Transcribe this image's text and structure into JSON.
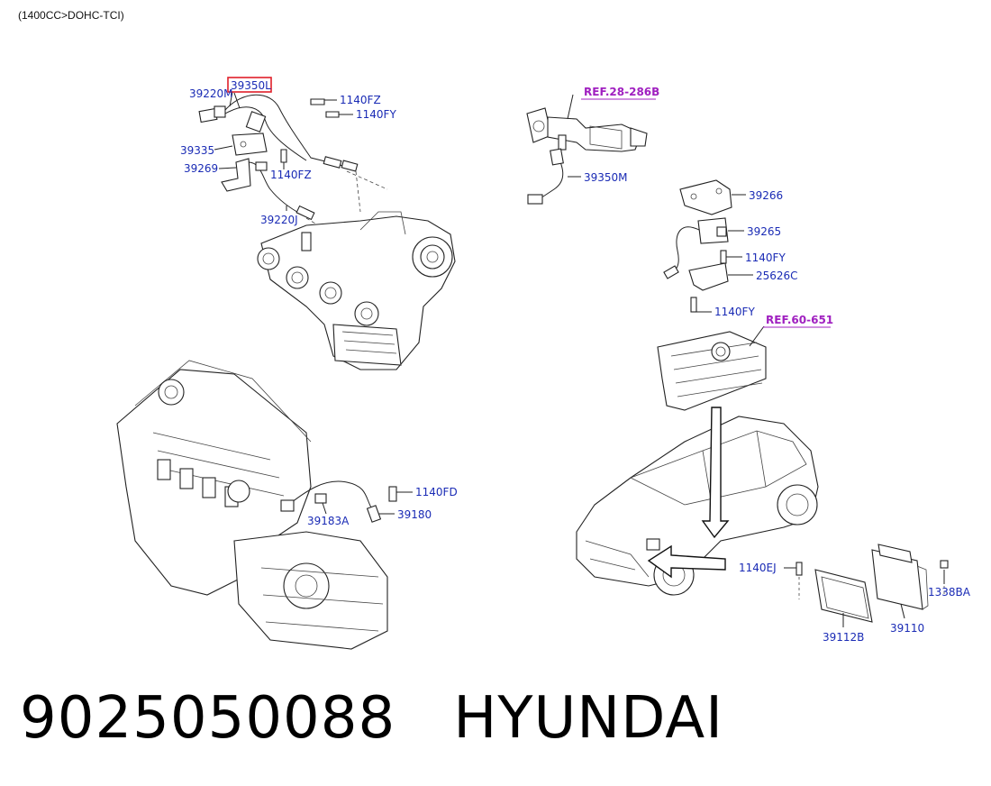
{
  "diagram": {
    "caption": "(1400CC>DOHC-TCI)",
    "highlighted_part": "39350L",
    "labels": {
      "p39350L": "39350L",
      "p39220M": "39220M",
      "p1140FZ_a": "1140FZ",
      "p1140FY_a": "1140FY",
      "p39335": "39335",
      "p39269": "39269",
      "p1140FZ_b": "1140FZ",
      "p39220J": "39220J",
      "ref28": "REF.28-286B",
      "p39350M": "39350M",
      "p39266": "39266",
      "p39265": "39265",
      "p1140FY_b": "1140FY",
      "p25626C": "25626C",
      "p1140FY_c": "1140FY",
      "ref60": "REF.60-651",
      "p1140FD": "1140FD",
      "p39183A": "39183A",
      "p39180": "39180",
      "p1140EJ": "1140EJ",
      "p1338BA": "1338BA",
      "p39112B": "39112B",
      "p39110": "39110"
    },
    "colors": {
      "part_label": "#1a2bb5",
      "ref_label": "#a020c0",
      "highlight_box": "#e0202a"
    }
  },
  "footer": {
    "part_number": "9025050088",
    "brand": "HYUNDAI"
  }
}
